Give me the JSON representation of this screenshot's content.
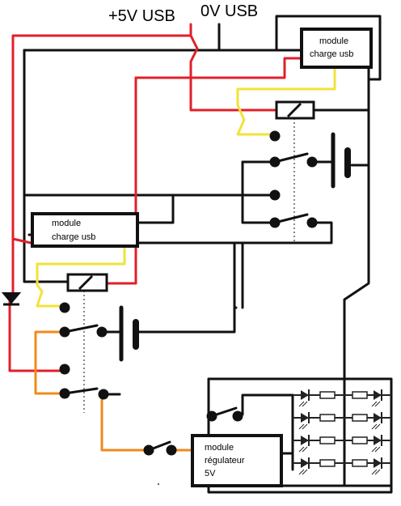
{
  "supply": {
    "plus_label": "+5V USB",
    "zero_label": "0V USB"
  },
  "modules": {
    "charge_top": {
      "line1": "module",
      "line2": "charge usb"
    },
    "charge_left": {
      "line1": "module",
      "line2": "charge usb"
    },
    "regulator": {
      "line1": "module",
      "line2": "régulateur",
      "line3": "5V"
    }
  },
  "wire_colors": {
    "black": "#111111",
    "red": "#e0202a",
    "yellow": "#f2e23a",
    "orange": "#f08a1c",
    "led": "#222222"
  },
  "led_array": {
    "rows": 4
  }
}
